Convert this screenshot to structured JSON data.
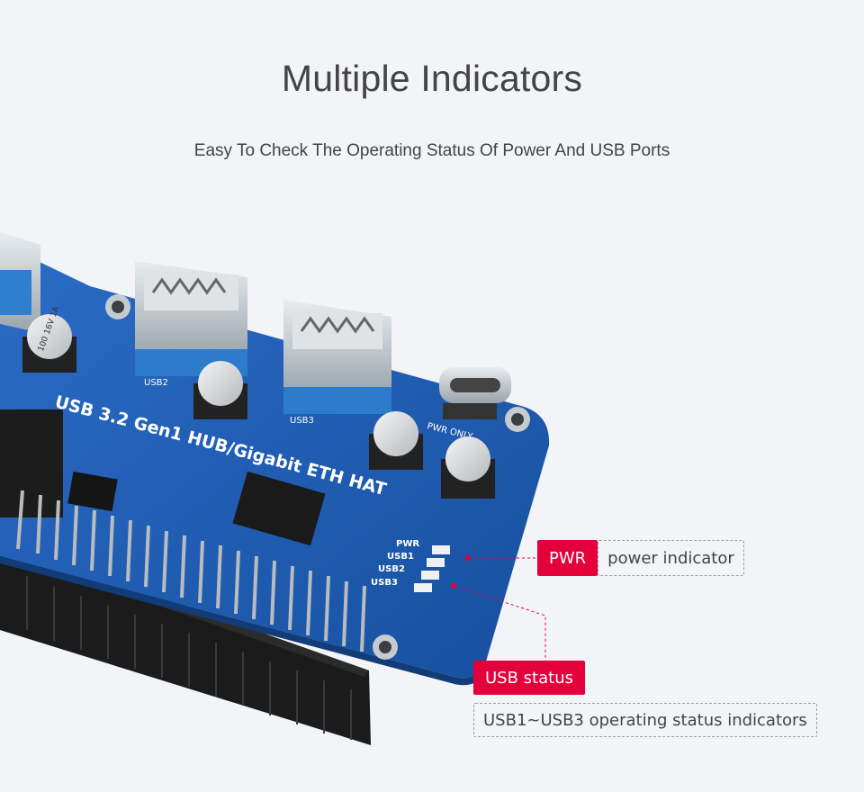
{
  "header": {
    "title": "Multiple Indicators",
    "subtitle": "Easy To Check The Operating Status Of Power And USB Ports"
  },
  "board": {
    "name": "USB 3.2 Gen1 HUB/Gigabit ETH HAT",
    "port_labels": [
      "USB2",
      "USB3",
      "PWR ONLY"
    ],
    "led_labels": [
      "PWR",
      "USB1",
      "USB2",
      "USB3"
    ],
    "capacitor_text": "100 16V 1A"
  },
  "callouts": {
    "pwr_tag": "PWR",
    "pwr_desc": "power indicator",
    "usb_tag": "USB status",
    "usb_desc": "USB1~USB3 operating status indicators"
  },
  "colors": {
    "accent": "#e3003b",
    "pcb": "#1f5fb8",
    "background": "#f2f4f7"
  }
}
